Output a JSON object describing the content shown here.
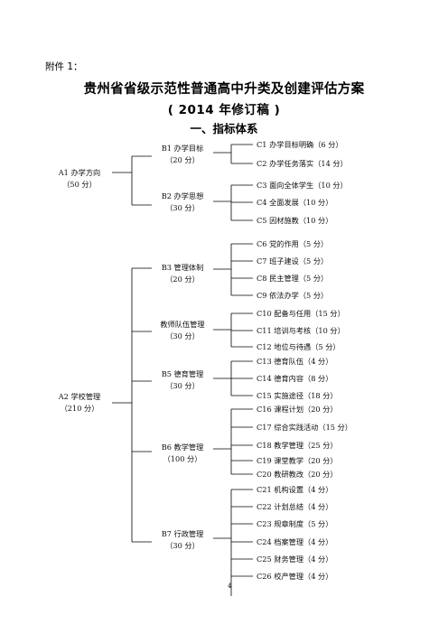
{
  "attachment": "附件 1：",
  "title": "贵州省省级示范性普通高中升类及创建评估方案",
  "subtitle": "( 2014 年修订稿 )",
  "section": "一、指标体系",
  "a1": {
    "name": "A1 办学方向",
    "score": "（50 分）"
  },
  "a2": {
    "name": "A2 学校管理",
    "score": "（210 分）"
  },
  "b": [
    {
      "name": "B1 办学目标",
      "score": "（20 分）"
    },
    {
      "name": "B2 办学思想",
      "score": "（30 分）"
    },
    {
      "name": "B3 管理体制",
      "score": "（20 分）"
    },
    {
      "name": "教师队伍管理",
      "score": "（30 分）"
    },
    {
      "name": "B5 德育管理",
      "score": "（30 分）"
    },
    {
      "name": "B6 教学管理",
      "score": "（100 分）"
    },
    {
      "name": "B7 行政管理",
      "score": "（30 分）"
    }
  ],
  "c": [
    "C1 办学目标明确（6 分）",
    "C2 办学任务落实（14 分）",
    "C3 面向全体学生（10 分）",
    "C4 全面发展（10 分）",
    "C5 因材施教（10 分）",
    "C6 党的作用（5 分）",
    "C7 班子建设（5 分）",
    "C8 民主管理（5 分）",
    "C9 依法办学（5 分）",
    "C10 配备与任用（15 分）",
    "C11 培训与考核（10 分）",
    "C12 地位与待遇（5 分）",
    "C13 德育队伍（4 分）",
    "C14 德育内容（8 分）",
    "C15 实施途径（18 分）",
    "C16 课程计划（20 分）",
    "C17 综合实践活动（15 分）",
    "C18 教学管理（25 分）",
    "C19 课堂教学（20 分）",
    "C20 教研教改（20 分）",
    "C21 机构设置（4 分）",
    "C22 计划总结（4 分）",
    "C23 规章制度（5 分）",
    "C24 档案管理（4 分）",
    "C25 财务管理（4 分）",
    "C26 校产管理（4 分）"
  ],
  "page_number": "4"
}
